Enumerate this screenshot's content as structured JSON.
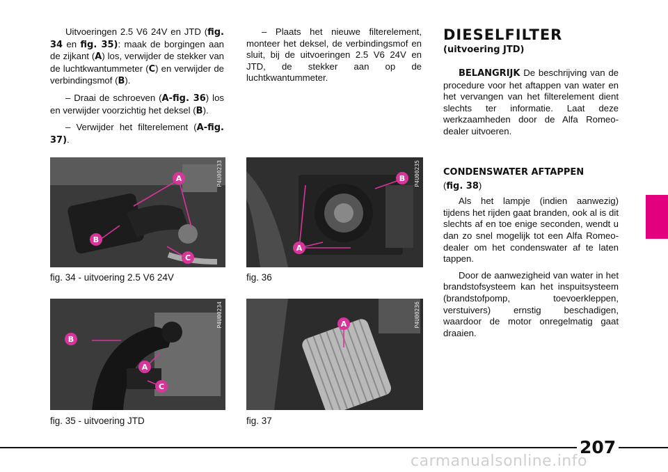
{
  "column1": {
    "para1": {
      "text_a": "Uitvoeringen 2.5 V6 24V en JTD (",
      "ref1": "fig. 34",
      "text_b": " en ",
      "ref2": "fig. 35)",
      "text_c": ": maak de borgingen aan de zijkant (",
      "ref3": "A",
      "text_d": ") los, verwijder de stekker van de luchtkwantummeter (",
      "ref4": "C",
      "text_e": ") en verwijder de verbindingsmof (",
      "ref5": "B",
      "text_f": ")."
    },
    "para2": {
      "text_a": "– Draai de schroeven (",
      "ref1": "A-fig. 36",
      "text_b": ") los en verwijder voorzichtig het deksel (",
      "ref2": "B",
      "text_c": ")."
    },
    "para3": {
      "text_a": "– Verwijder het filterelement (",
      "ref1": "A-fig. 37)",
      "text_b": "."
    }
  },
  "column2": {
    "para1": "– Plaats het nieuwe filterelement, monteer het deksel, de verbindingsmof en sluit, bij de uitvoeringen 2.5 V6 24V en JTD, de stekker aan op de luchtkwantummeter."
  },
  "column3": {
    "title": "DIESELFILTER",
    "subtitle": "(uitvoering JTD)",
    "important_label": "BELANGRIJK",
    "important_text": " De beschrijving van de procedure voor het aftappen van water en het vervangen van het filterelement dient slechts ter informatie. Laat deze werkzaamheden door de Alfa Romeo-dealer uitvoeren.",
    "section_heading": "CONDENSWATER AFTAPPEN",
    "section_ref_open": "(",
    "section_ref": "fig. 38",
    "section_ref_close": ")",
    "para1": "Als het lampje  (indien aanwezig) tijdens het rijden gaat branden, ook al is dit slechts af en toe enige seconden, wendt u dan zo snel mogelijk tot een Alfa Romeo-dealer om het condenswater af te laten tappen.",
    "para2": "Door de aanwezigheid van water in het brandstofsysteem kan het inspuitsysteem (brandstofpomp, toevoerkleppen, verstuivers) ernstig beschadigen, waardoor de motor onregelmatig gaat draaien."
  },
  "figures": [
    {
      "code": "P4U00233",
      "caption": "fig. 34 - uitvoering 2.5 V6 24V",
      "labels": [
        "A",
        "B",
        "C"
      ]
    },
    {
      "code": "P4U00235",
      "caption": "fig. 36",
      "labels": [
        "A",
        "B"
      ]
    },
    {
      "code": "P4U00234",
      "caption": "fig. 35 - uitvoering JTD",
      "labels": [
        "A",
        "B",
        "C"
      ]
    },
    {
      "code": "P4U00236",
      "caption": "fig. 37",
      "labels": [
        "A"
      ]
    }
  ],
  "page_number": "207",
  "watermark": "carmanualsonline.info",
  "colors": {
    "accent": "#e3007e",
    "text": "#111111",
    "callout": "#d8359b"
  }
}
